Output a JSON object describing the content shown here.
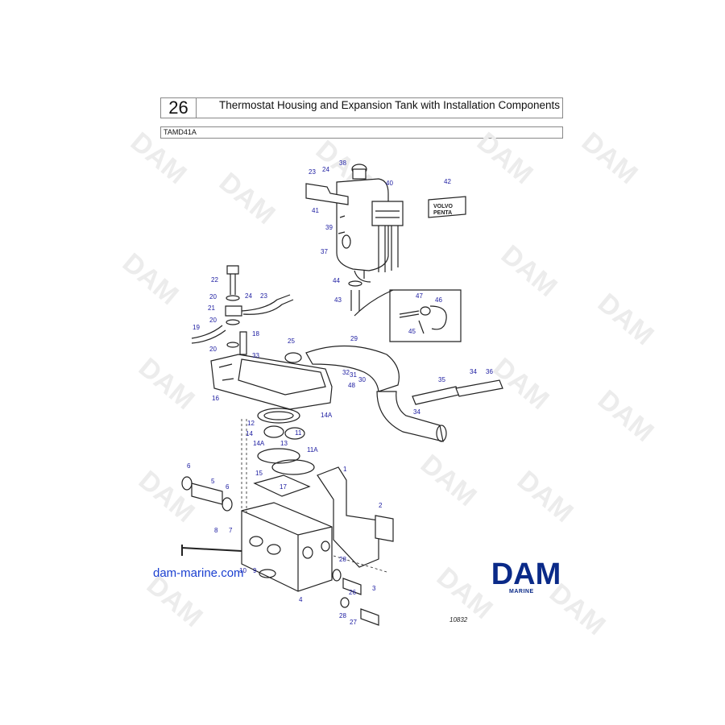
{
  "header": {
    "page_number": "26",
    "title": "Thermostat Housing and Expansion Tank with Installation Components"
  },
  "model": "TAMD41A",
  "drawing_number": "10832",
  "website": "dam-marine.com",
  "logo": {
    "text": "DAM",
    "subtext": "MARINE",
    "color": "#0a2a88"
  },
  "watermark": "DAM",
  "part_labels": [
    "38",
    "23",
    "24",
    "40",
    "42",
    "41",
    "39",
    "37",
    "22",
    "44",
    "43",
    "20",
    "24",
    "23",
    "21",
    "47",
    "46",
    "45",
    "20",
    "18",
    "19",
    "25",
    "29",
    "20",
    "33",
    "32",
    "31",
    "30",
    "34",
    "36",
    "35",
    "48",
    "34",
    "16",
    "14A",
    "12",
    "14",
    "11",
    "14A",
    "13",
    "11A",
    "6",
    "1",
    "5",
    "15",
    "17",
    "6",
    "2",
    "8",
    "7",
    "28",
    "10",
    "9",
    "26",
    "3",
    "4",
    "28",
    "27"
  ],
  "colors": {
    "label": "#1a1aa0",
    "line": "#222222",
    "url": "#1a3fd0"
  }
}
